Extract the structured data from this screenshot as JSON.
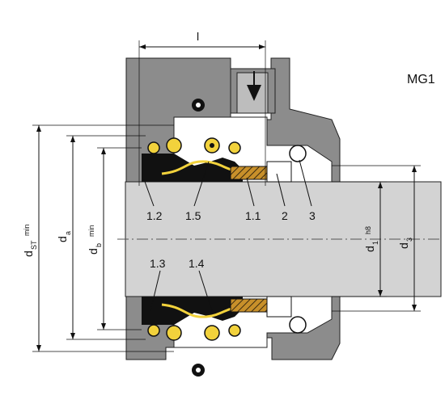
{
  "title": "MG1",
  "dimensions": {
    "length": "l",
    "dst": "d",
    "dst_sub": "ST",
    "dst_sup": "min",
    "da": "d",
    "da_sub": "a",
    "db": "d",
    "db_sub": "b",
    "db_sup": "min",
    "d1": "d",
    "d1_sub": "1",
    "d1_sup": "h8",
    "d3": "d",
    "d3_sub": "3"
  },
  "parts": {
    "p1_2": "1.2",
    "p1_5": "1.5",
    "p1_1": "1.1",
    "p2": "2",
    "p3": "3",
    "p1_3": "1.3",
    "p1_4": "1.4"
  },
  "colors": {
    "housing": "#8c8c8c",
    "shaft": "#d3d3d3",
    "seal": "#111111",
    "spring": "#f2d23c",
    "ring": "#c8902a"
  }
}
